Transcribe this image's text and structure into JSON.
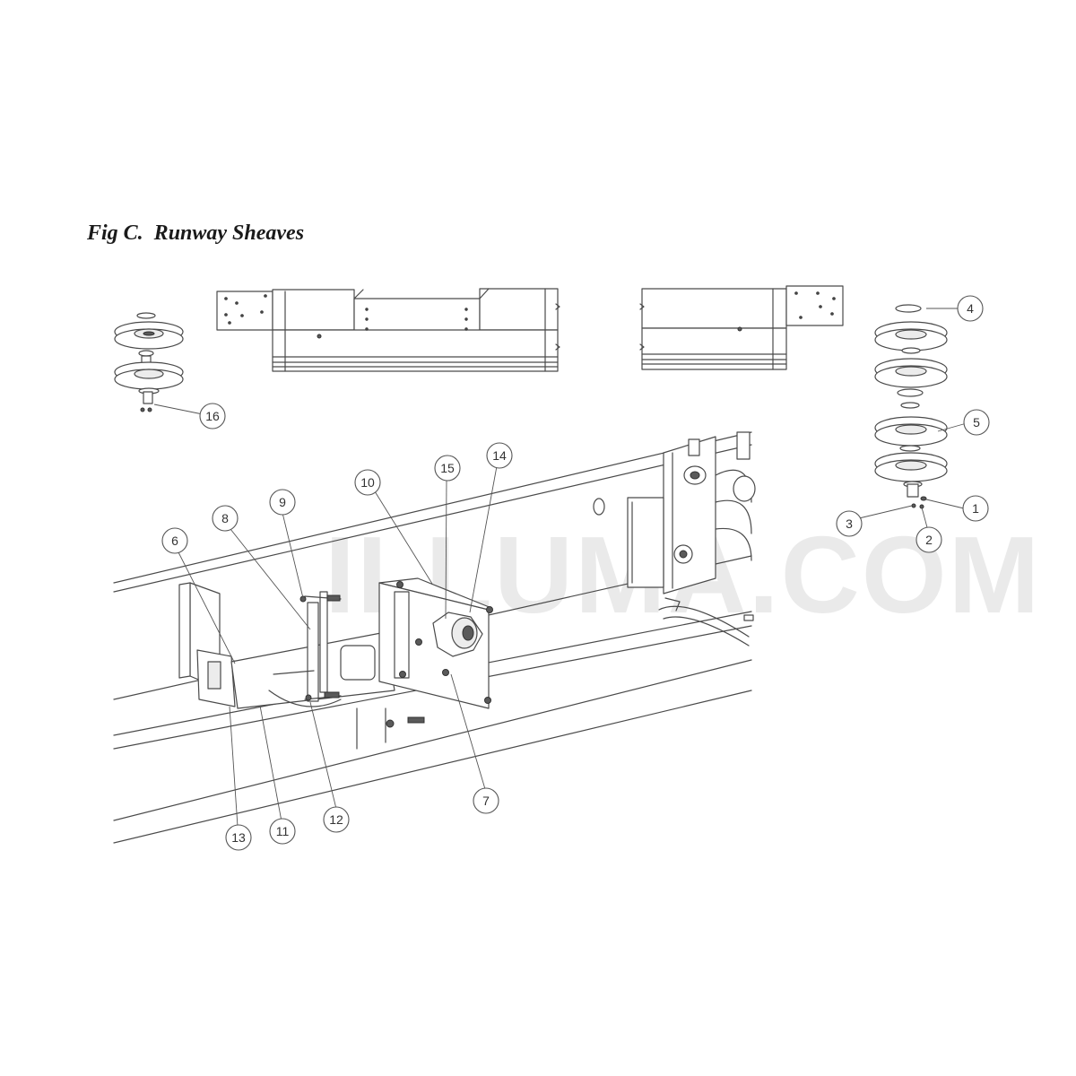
{
  "figure": {
    "title": "Fig C.  Runway Sheaves"
  },
  "watermark": "ILLUMA.COM",
  "callouts": [
    {
      "label": "1",
      "part": "sheave-stack-right"
    },
    {
      "label": "2",
      "part": "sheave-stack-right"
    },
    {
      "label": "3",
      "part": "sheave-stack-right"
    },
    {
      "label": "4",
      "part": "sheave-stack-right"
    },
    {
      "label": "5",
      "part": "sheave-stack-right"
    },
    {
      "label": "6",
      "part": "runway-assembly"
    },
    {
      "label": "7",
      "part": "runway-assembly"
    },
    {
      "label": "8",
      "part": "runway-assembly"
    },
    {
      "label": "9",
      "part": "runway-assembly"
    },
    {
      "label": "10",
      "part": "runway-assembly"
    },
    {
      "label": "11",
      "part": "runway-assembly"
    },
    {
      "label": "12",
      "part": "runway-assembly"
    },
    {
      "label": "13",
      "part": "runway-assembly"
    },
    {
      "label": "14",
      "part": "runway-assembly"
    },
    {
      "label": "15",
      "part": "runway-assembly"
    },
    {
      "label": "16",
      "part": "sheave-stack-left"
    }
  ],
  "colors": {
    "line": "#4a4a4a",
    "watermark": "#d9d9d9",
    "background": "#ffffff"
  }
}
